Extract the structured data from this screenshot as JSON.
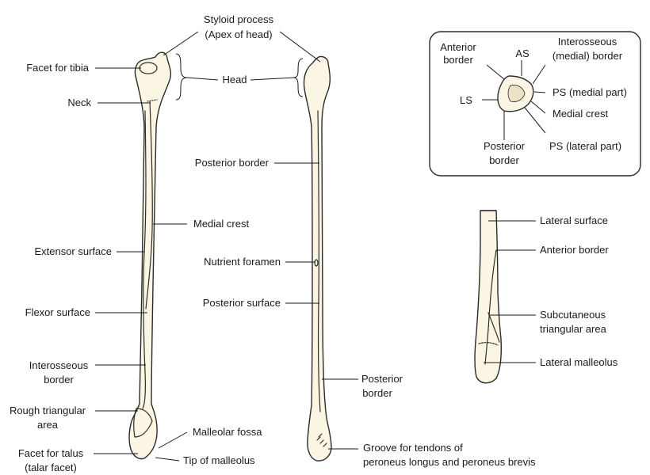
{
  "labels": {
    "facet_for_tibia": "Facet for tibia",
    "neck": "Neck",
    "styloid_1": "Styloid process",
    "styloid_2": "(Apex of head)",
    "head": "Head",
    "extensor_surface": "Extensor surface",
    "medial_crest": "Medial crest",
    "flexor_surface": "Flexor surface",
    "interosseous_border_1": "Interosseous",
    "interosseous_border_2": "border",
    "rough_triangular_1": "Rough triangular",
    "rough_triangular_2": "area",
    "facet_for_talus_1": "Facet for talus",
    "facet_for_talus_2": "(talar facet)",
    "malleolar_fossa": "Malleolar fossa",
    "tip_of_malleolus": "Tip of malleolus",
    "posterior_border_upper": "Posterior border",
    "nutrient_foramen": "Nutrient foramen",
    "posterior_surface": "Posterior surface",
    "posterior_border_lower_1": "Posterior",
    "posterior_border_lower_2": "border",
    "groove_1": "Groove for tendons of",
    "groove_2": "peroneus longus and peroneus brevis",
    "lateral_surface": "Lateral surface",
    "anterior_border": "Anterior border",
    "subcutaneous_1": "Subcutaneous",
    "subcutaneous_2": "triangular area",
    "lateral_malleolus": "Lateral malleolus"
  },
  "inset": {
    "anterior_border_1": "Anterior",
    "anterior_border_2": "border",
    "as": "AS",
    "interosseous_1": "Interosseous",
    "interosseous_2": "(medial) border",
    "ls": "LS",
    "ps_medial": "PS (medial part)",
    "medial_crest": "Medial crest",
    "posterior_border_1": "Posterior",
    "posterior_border_2": "border",
    "ps_lateral": "PS (lateral part)"
  },
  "colors": {
    "bone_fill": "#fbf6e4",
    "outline": "#2b2b2b",
    "text": "#1a1a1a"
  }
}
